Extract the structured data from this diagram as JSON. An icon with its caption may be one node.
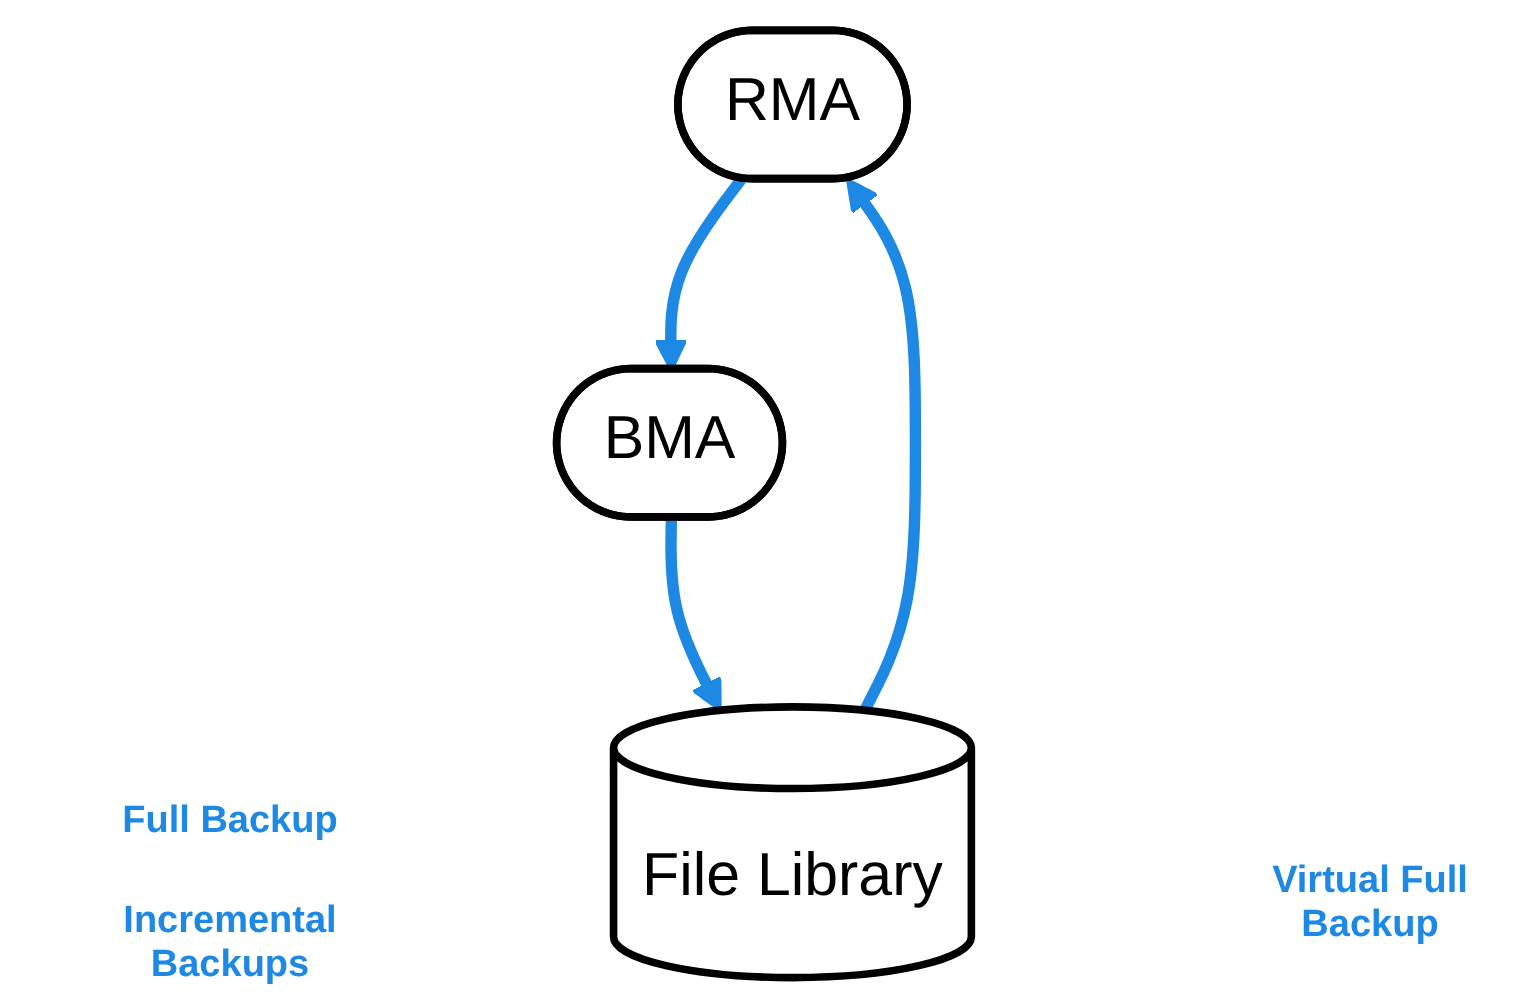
{
  "diagram": {
    "nodes": [
      {
        "text": [
          "RMA"
        ]
      },
      {
        "text": [
          "BMA"
        ]
      },
      {
        "text": [
          "File Library"
        ]
      }
    ],
    "edges": [
      {
        "from": 0,
        "to": 1,
        "arrow": "to"
      },
      {
        "from": 1,
        "to": 2,
        "arrow": "to"
      },
      {
        "from": 2,
        "to": 0,
        "arrow": "to"
      }
    ],
    "labels": [
      "Full Backup",
      "Incremental Backups",
      "Virtual Full Backup"
    ]
  }
}
